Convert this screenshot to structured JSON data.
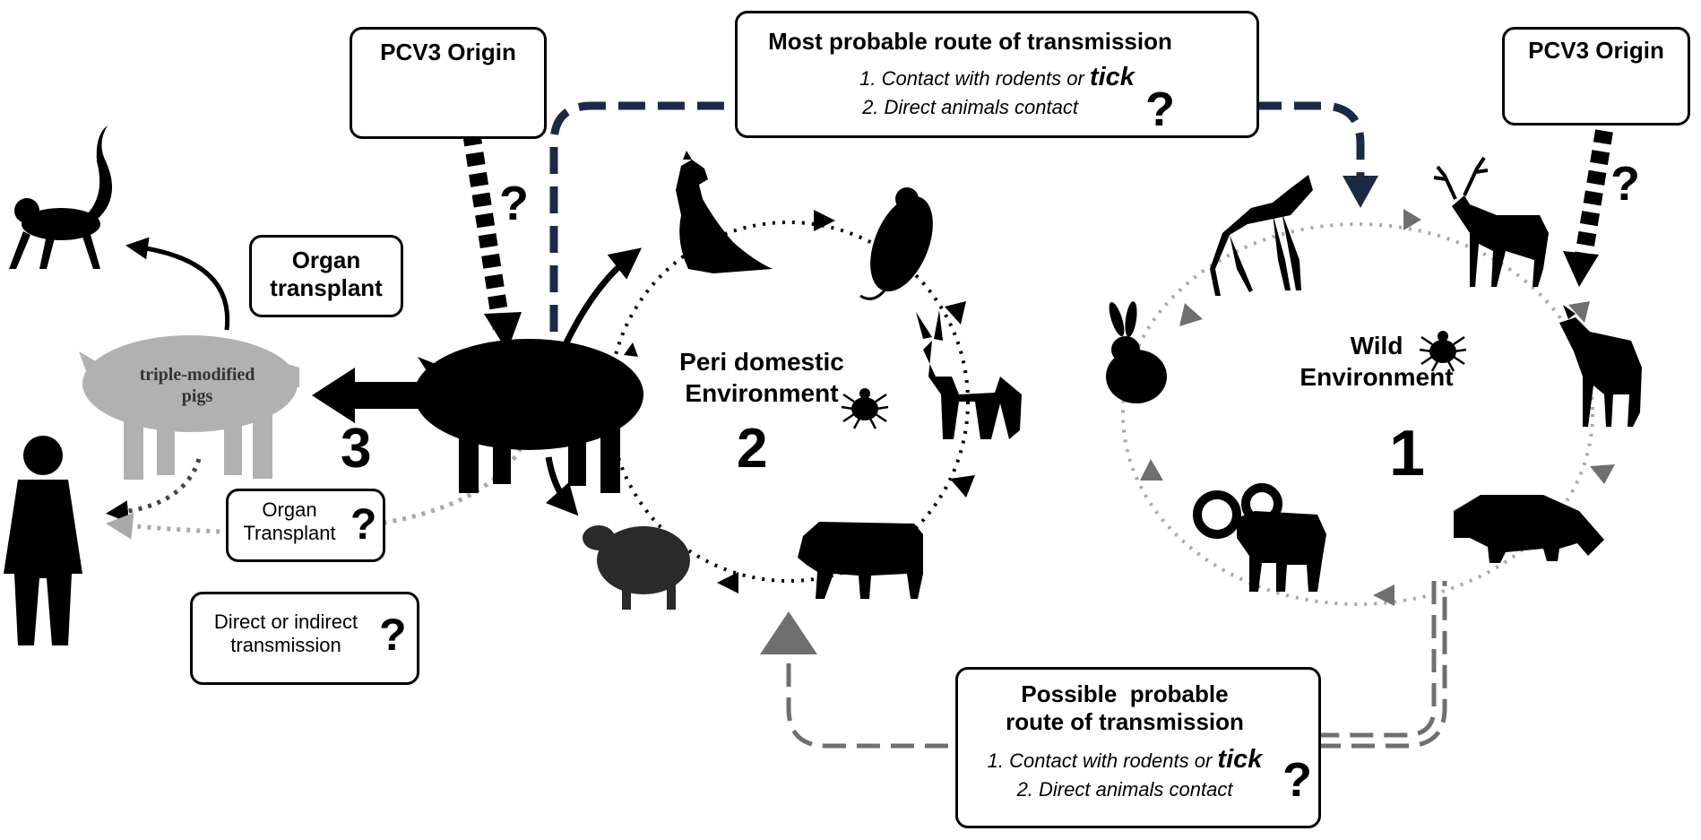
{
  "origin_left": {
    "title": "PCV3 Origin",
    "q": "?"
  },
  "origin_right": {
    "title": "PCV3 Origin",
    "q": "?"
  },
  "top_route": {
    "title": "Most probable route of transmission",
    "item1_prefix": "1. Contact with rodents or ",
    "item1_tick": "tick",
    "item2": "2. Direct animals contact",
    "q": "?"
  },
  "bottom_route": {
    "title_line1": "Possible  probable",
    "title_line2": "route of transmission",
    "item1_prefix": "1. Contact with rodents or ",
    "item1_tick": "tick",
    "item2": "2. Direct animals contact",
    "q": "?"
  },
  "organ_transplant_top": {
    "line1": "Organ",
    "line2": "transplant"
  },
  "organ_transplant_low": {
    "line1": "Organ",
    "line2": "Transplant",
    "q": "?"
  },
  "direct_transmission": {
    "line1": "Direct or indirect",
    "line2": "transmission",
    "q": "?"
  },
  "modified_pigs": {
    "line1": "triple-modified",
    "line2": "pigs"
  },
  "env_peri": {
    "line1": "Peri domestic",
    "line2": "Environment",
    "number": "2"
  },
  "env_wild": {
    "line1": "Wild",
    "line2": "Environment",
    "number": "1"
  },
  "env_three": {
    "number": "3"
  },
  "colors": {
    "black": "#000000",
    "dark_navy": "#1b2a44",
    "grey": "#6f6f6f",
    "light_grey": "#a9a9a9",
    "pig_grey": "#b1b1b1"
  }
}
